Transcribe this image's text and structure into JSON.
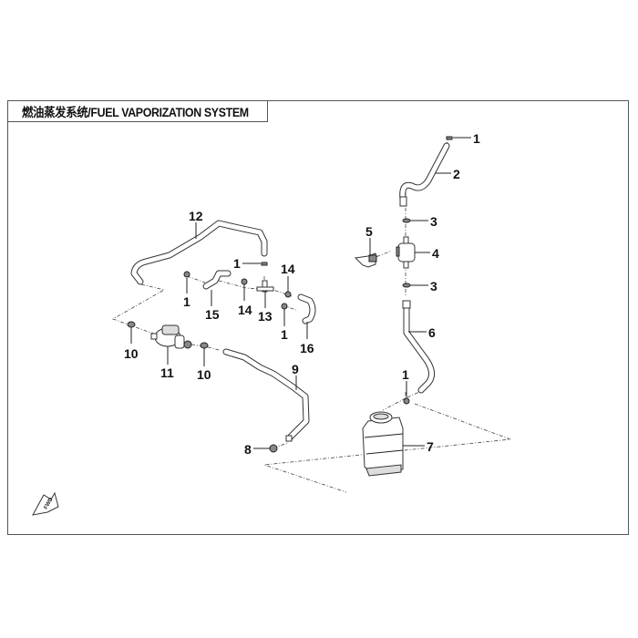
{
  "diagram": {
    "title": "燃油蒸发系统/FUEL VAPORIZATION SYSTEM",
    "direction_marker": "FWD",
    "callouts": [
      {
        "id": "c1a",
        "label": "1"
      },
      {
        "id": "c2",
        "label": "2"
      },
      {
        "id": "c3a",
        "label": "3"
      },
      {
        "id": "c4",
        "label": "4"
      },
      {
        "id": "c5",
        "label": "5"
      },
      {
        "id": "c3b",
        "label": "3"
      },
      {
        "id": "c6",
        "label": "6"
      },
      {
        "id": "c1b",
        "label": "1"
      },
      {
        "id": "c7",
        "label": "7"
      },
      {
        "id": "c8",
        "label": "8"
      },
      {
        "id": "c9",
        "label": "9"
      },
      {
        "id": "c10a",
        "label": "10"
      },
      {
        "id": "c11",
        "label": "11"
      },
      {
        "id": "c10b",
        "label": "10"
      },
      {
        "id": "c12",
        "label": "12"
      },
      {
        "id": "c1c",
        "label": "1"
      },
      {
        "id": "c1d",
        "label": "1"
      },
      {
        "id": "c15",
        "label": "15"
      },
      {
        "id": "c14a",
        "label": "14"
      },
      {
        "id": "c13",
        "label": "13"
      },
      {
        "id": "c14b",
        "label": "14"
      },
      {
        "id": "c1e",
        "label": "1"
      },
      {
        "id": "c16",
        "label": "16"
      }
    ]
  }
}
